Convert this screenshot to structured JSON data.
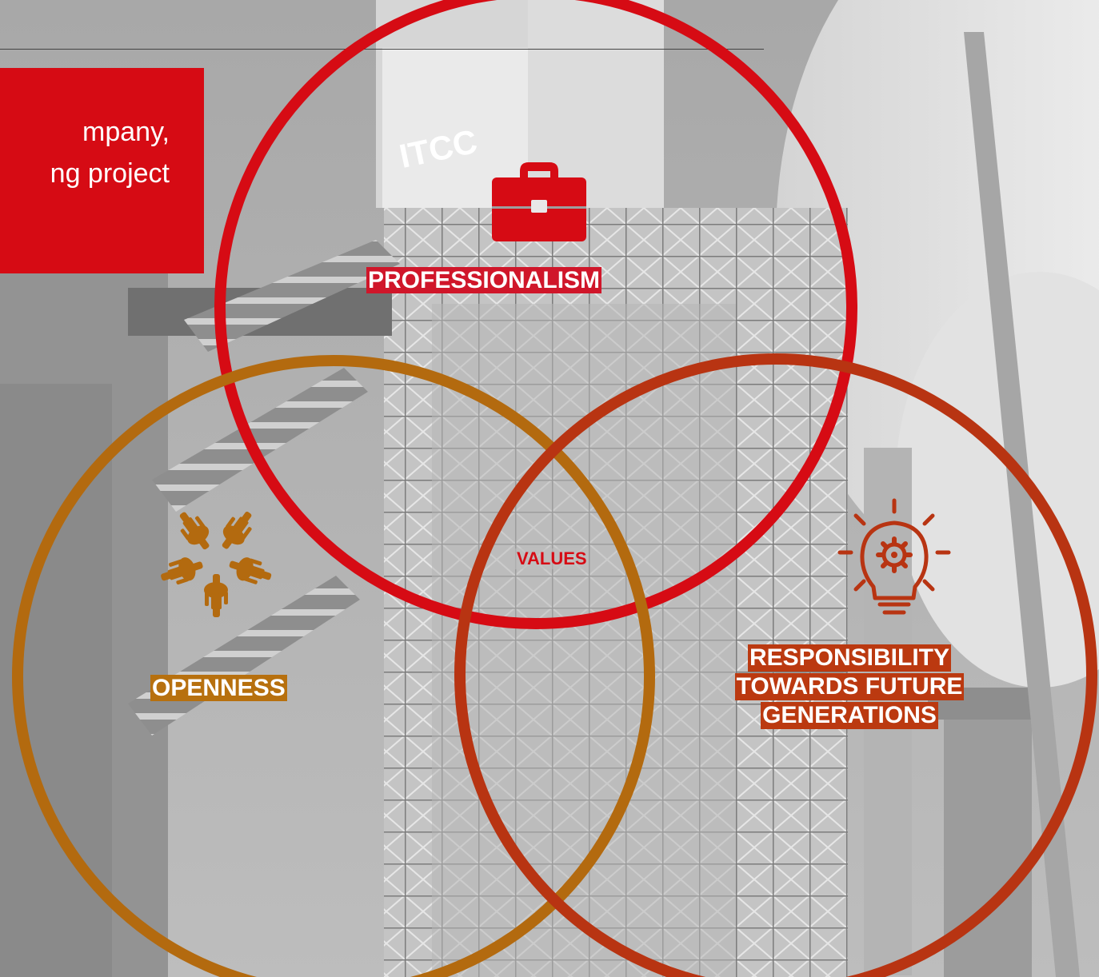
{
  "header": {
    "intro_lines": [
      "mpany,",
      "ng project"
    ]
  },
  "diagram": {
    "center_label": "VALUES",
    "circles": [
      {
        "key": "professionalism",
        "label_lines": [
          "PROFESSIONALISM"
        ],
        "color": "#d60b14",
        "icon": "briefcase-icon"
      },
      {
        "key": "openness",
        "label_lines": [
          "OPENNESS"
        ],
        "color": "#b36a0f",
        "icon": "hands-circle-icon"
      },
      {
        "key": "responsibility",
        "label_lines": [
          "RESPONSIBILITY ",
          "TOWARDS FUTURE ",
          "GENERATIONS"
        ],
        "color": "#b83412",
        "icon": "lightbulb-gear-icon"
      }
    ]
  },
  "background": {
    "sign_text": "ITCC"
  },
  "colors": {
    "brand": "#d60b14",
    "label_professionalism": "#d0162a",
    "label_openness": "#b7700e",
    "label_responsibility": "#bb3910"
  }
}
